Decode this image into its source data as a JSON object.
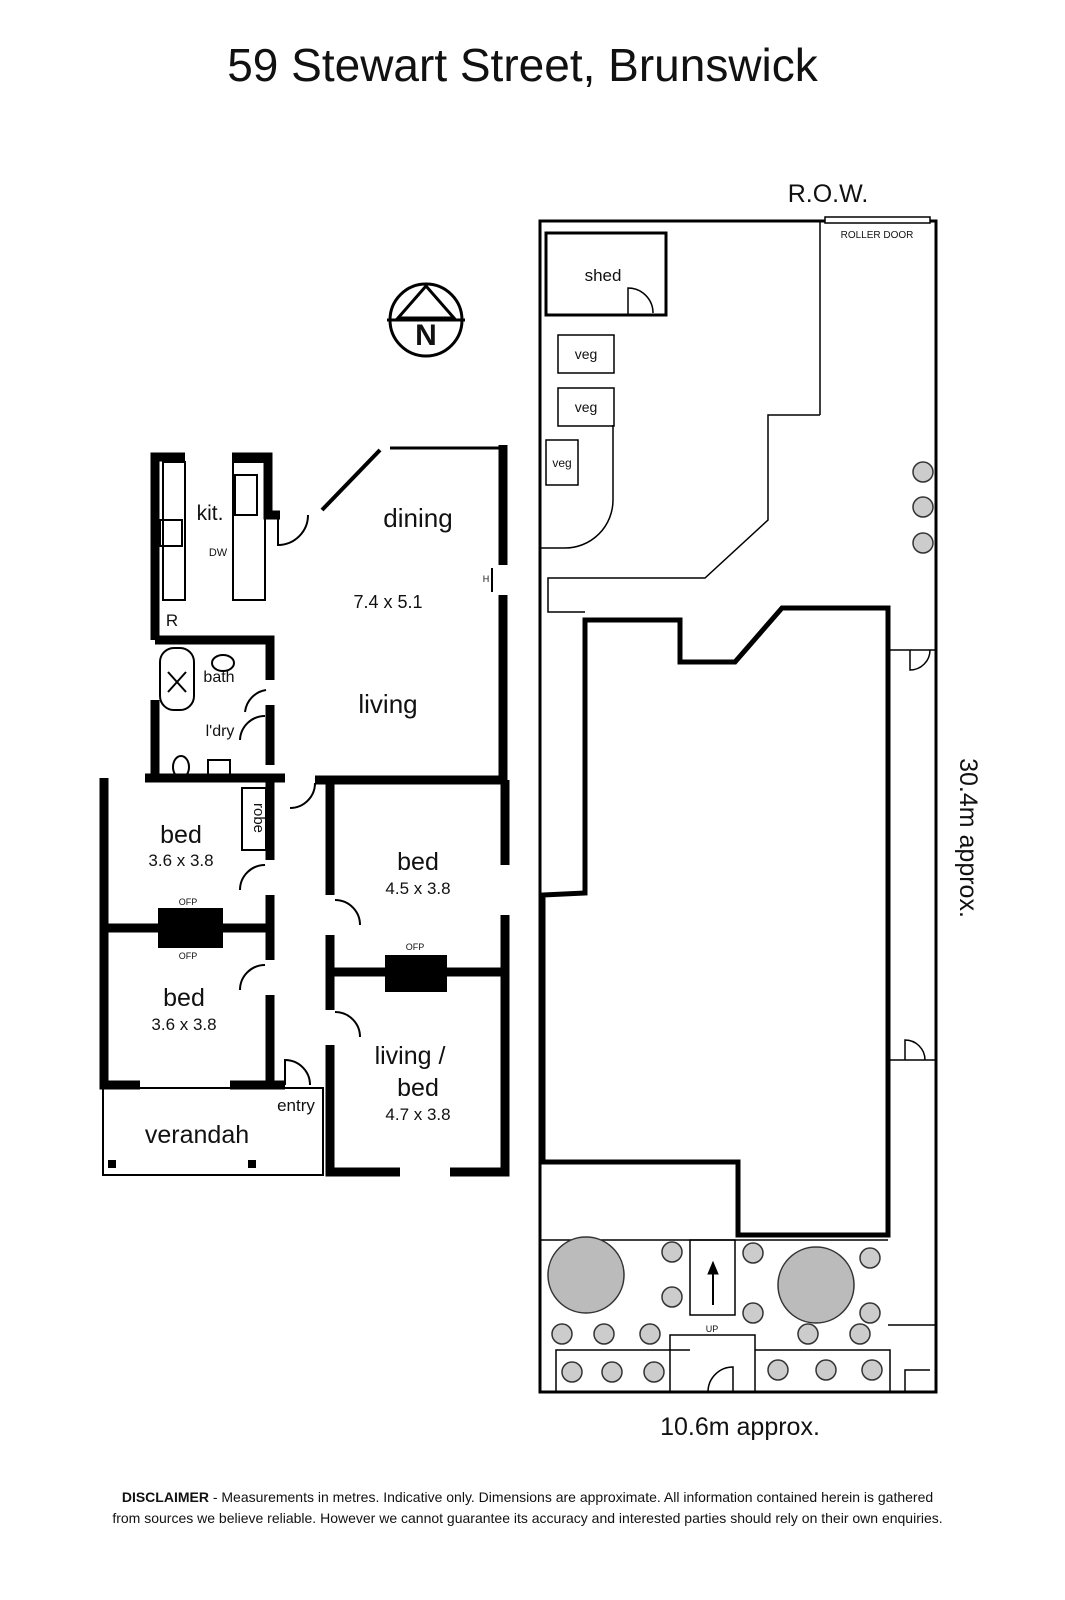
{
  "title": "59 Stewart Street, Brunswick",
  "rooms": {
    "kitchen": "kit.",
    "dw": "DW",
    "fridge": "R",
    "dining": "dining",
    "dining_living_size": "7.4 x 5.1",
    "living": "living",
    "heater": "H",
    "bath": "bath",
    "laundry": "l'dry",
    "robe": "robe",
    "bed1": "bed",
    "bed1_size": "3.6 x 3.8",
    "bed2": "bed",
    "bed2_size": "3.6 x 3.8",
    "bed3": "bed",
    "bed3_size": "4.5 x 3.8",
    "living_bed_1": "living /",
    "living_bed_2": "bed",
    "living_bed_size": "4.7 x 3.8",
    "ofp": "OFP",
    "entry": "entry",
    "verandah": "verandah"
  },
  "site": {
    "row": "R.O.W.",
    "roller_door": "ROLLER DOOR",
    "shed": "shed",
    "veg": "veg",
    "up": "UP",
    "length": "30.4m approx.",
    "width": "10.6m approx."
  },
  "compass": "N",
  "disclaimer": {
    "label": "DISCLAIMER",
    "text1": " - Measurements in metres. Indicative only. Dimensions are approximate. All information contained herein is gathered",
    "text2": "from sources we believe reliable. However we cannot guarantee its accuracy and interested parties should rely on their own enquiries."
  }
}
